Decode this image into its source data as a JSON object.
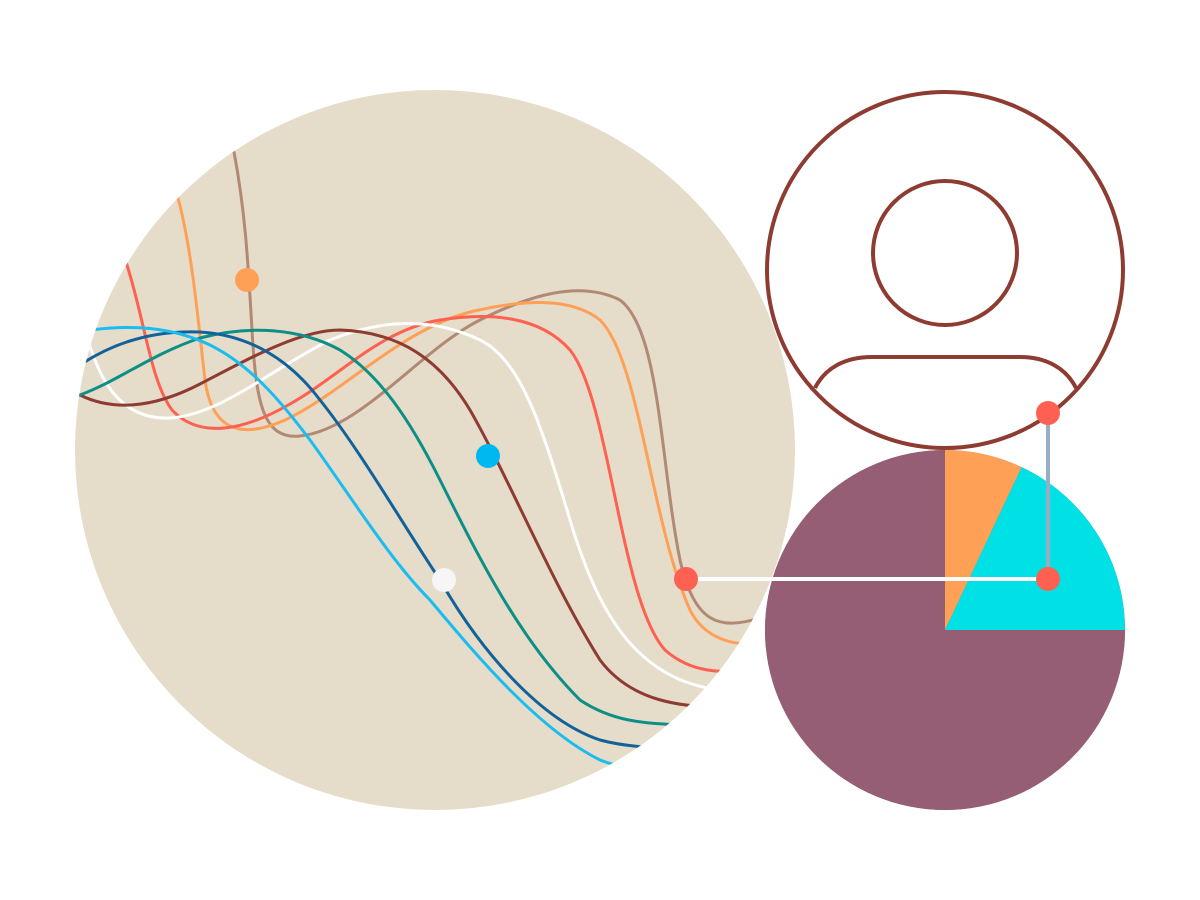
{
  "colors": {
    "background": "#ffffff",
    "big_circle": "#e5dcca",
    "avatar_stroke": "#8e3b32",
    "pie_main": "#955e74",
    "pie_orange": "#ffa057",
    "pie_cyan": "#00e1e6",
    "connector": "#ffffff",
    "connector_vertical": "#97adc4",
    "dot_red": "#fe6051"
  },
  "waves": [
    {
      "name": "wave-brown-light",
      "color": "#b18975"
    },
    {
      "name": "wave-orange",
      "color": "#ffa057"
    },
    {
      "name": "wave-red",
      "color": "#fe6051"
    },
    {
      "name": "wave-white",
      "color": "#ffffff"
    },
    {
      "name": "wave-maroon",
      "color": "#8e3b32"
    },
    {
      "name": "wave-teal",
      "color": "#0d8f86"
    },
    {
      "name": "wave-navy",
      "color": "#12629a"
    },
    {
      "name": "wave-sky",
      "color": "#1cbcf1"
    }
  ],
  "markers": [
    {
      "name": "marker-orange",
      "color": "#ffa057"
    },
    {
      "name": "marker-blue",
      "color": "#00b8f0"
    },
    {
      "name": "marker-white",
      "color": "#f6f6f6"
    },
    {
      "name": "marker-red",
      "color": "#fe6051"
    }
  ],
  "pie": {
    "type": "pie",
    "slices": [
      {
        "name": "pie-slice-orange",
        "color": "#ffa057",
        "fraction": 0.07
      },
      {
        "name": "pie-slice-cyan",
        "color": "#00e1e6",
        "fraction": 0.18
      },
      {
        "name": "pie-slice-main",
        "color": "#955e74",
        "fraction": 0.75
      }
    ]
  },
  "icons": [
    "user-avatar-icon"
  ]
}
